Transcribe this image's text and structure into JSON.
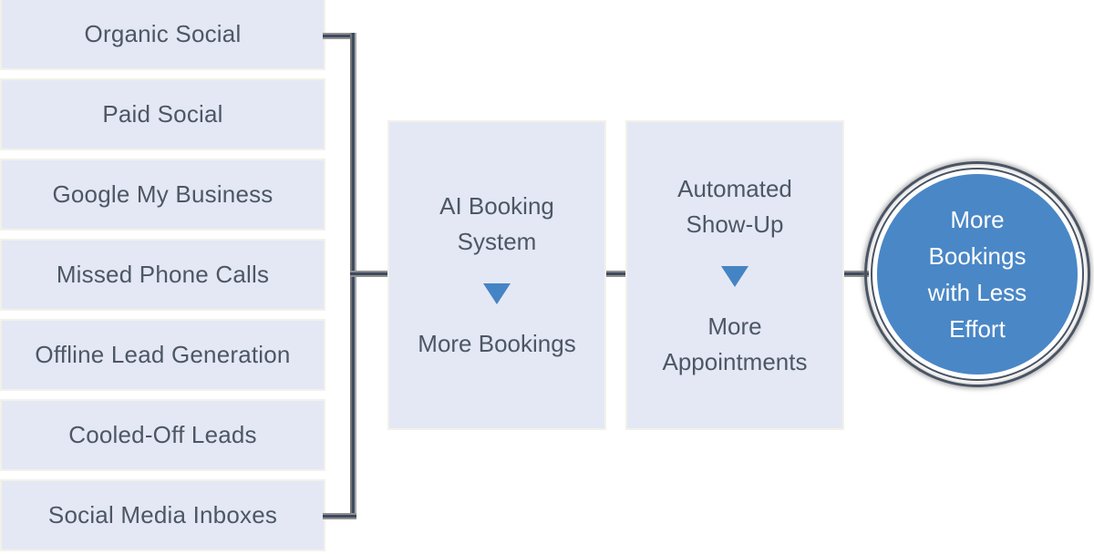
{
  "palette": {
    "box_bg": "#e4e8f4",
    "text_slate": "#4d5765",
    "accent_blue": "#4584c4",
    "circle_blue": "#4a87c6",
    "line_dark": "#3e4a5e",
    "ring_dark": "#4a5464"
  },
  "sources": {
    "items": [
      {
        "label": "Organic Social"
      },
      {
        "label": "Paid Social"
      },
      {
        "label": "Google My Business"
      },
      {
        "label": "Missed Phone Calls"
      },
      {
        "label": "Offline Lead Generation"
      },
      {
        "label": "Cooled-Off Leads"
      },
      {
        "label": "Social Media Inboxes"
      }
    ]
  },
  "stages": {
    "items": [
      {
        "title": "AI Booking System",
        "arrow_icon": "down-arrow",
        "result": "More Bookings"
      },
      {
        "title": "Automated Show-Up",
        "arrow_icon": "down-arrow",
        "result": "More Appointments"
      }
    ]
  },
  "outcome": {
    "label": "More Bookings with Less Effort"
  }
}
